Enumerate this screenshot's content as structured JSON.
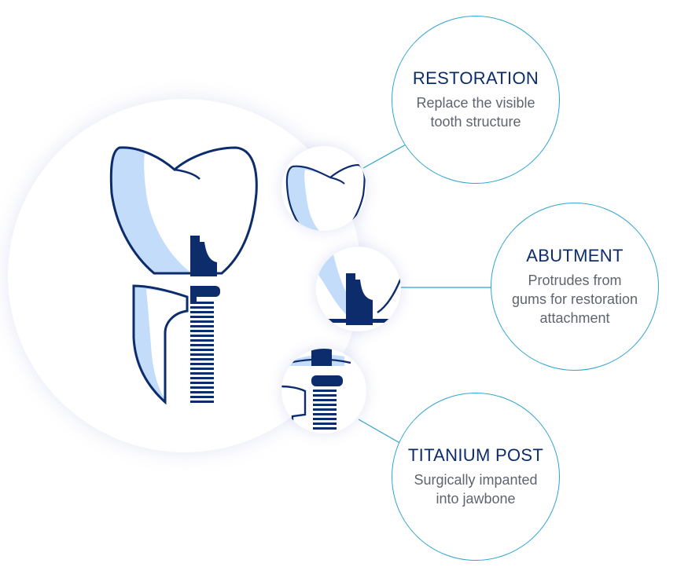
{
  "colors": {
    "navy": "#0c2c6c",
    "light_blue": "#c2dcfa",
    "accent_line": "#2fa3d3",
    "description_text": "#5f6470"
  },
  "components": [
    {
      "id": "restoration",
      "title": "RESTORATION",
      "description": [
        "Replace the visible",
        "tooth structure"
      ]
    },
    {
      "id": "abutment",
      "title": "ABUTMENT",
      "description": [
        "Protrudes from",
        "gums for restoration",
        "attachment"
      ]
    },
    {
      "id": "titanium-post",
      "title": "TITANIUM POST",
      "description": [
        "Surgically impanted",
        "into jawbone"
      ]
    }
  ]
}
